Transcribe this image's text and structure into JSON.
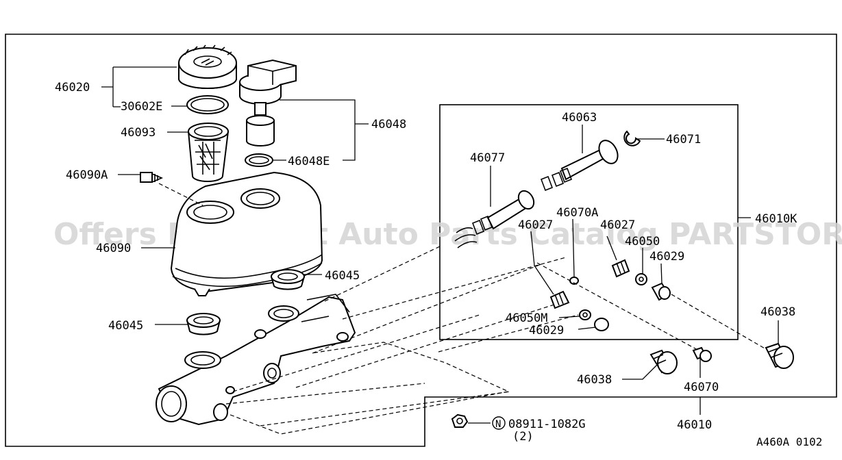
{
  "watermark": "Offers Merchant Auto Parts Catalog PARTSTORE.SA",
  "diagram_code": "A460A 0102",
  "callouts": {
    "p46020": "46020",
    "p30602E": "30602E",
    "p46093": "46093",
    "p46090A": "46090A",
    "p46090": "46090",
    "p46045_top": "46045",
    "p46045_bottom": "46045",
    "p46048": "46048",
    "p46048E": "46048E",
    "p46063": "46063",
    "p46071": "46071",
    "p46077": "46077",
    "p46070A": "46070A",
    "p46027_left": "46027",
    "p46027_right": "46027",
    "p46050": "46050",
    "p46029_right": "46029",
    "p46010K": "46010K",
    "p46050M": "46050M",
    "p46029_left": "46029",
    "p46038_right": "46038",
    "p46038_left": "46038",
    "p46070": "46070",
    "p46010": "46010",
    "nut_marker": "N",
    "p08911": "08911-1082G",
    "p08911_qty": "(2)"
  }
}
